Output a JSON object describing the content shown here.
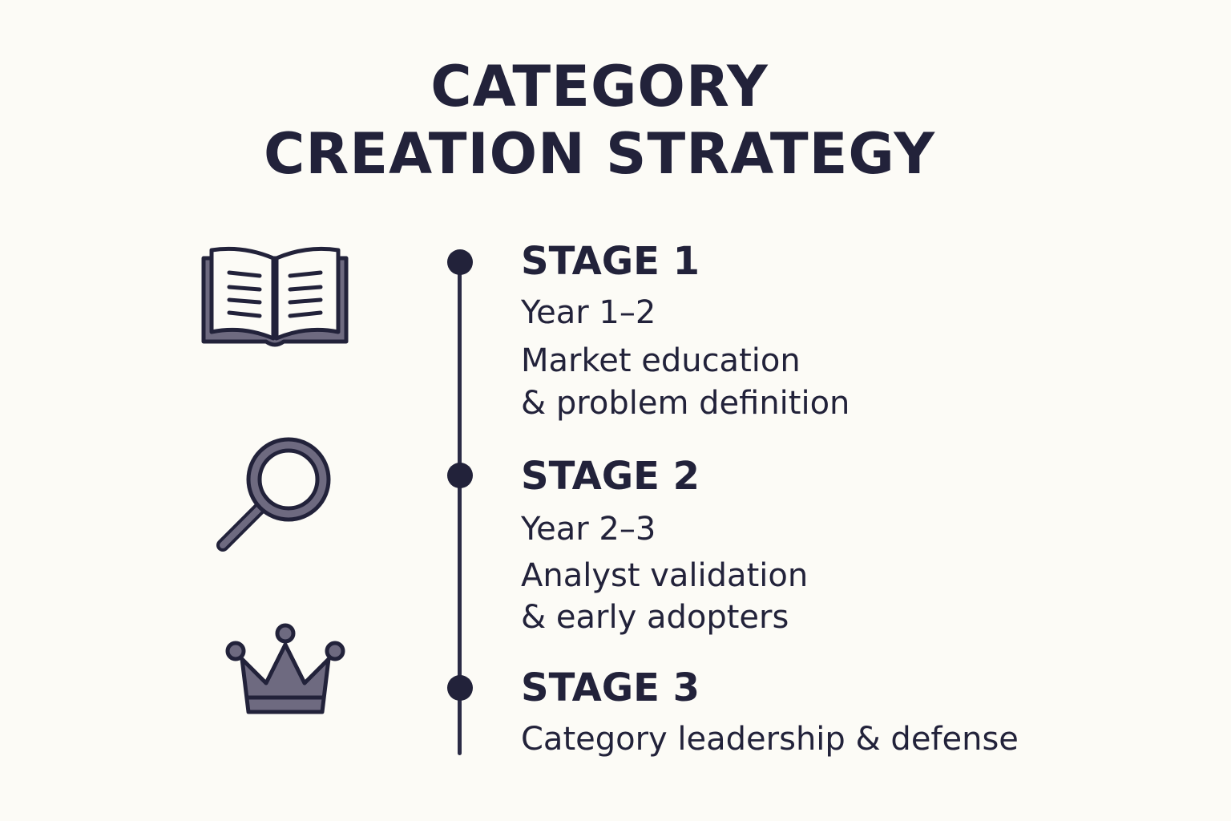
{
  "title": {
    "line1": "CATEGORY",
    "line2": "CREATION STRATEGY"
  },
  "stages": [
    {
      "heading": "STAGE 1",
      "years": "Year 1–2",
      "line1": "Market education",
      "line2": "& problem definition",
      "icon": "open-book-icon"
    },
    {
      "heading": "STAGE 2",
      "years": "Year 2–3",
      "line1": "Analyst validation",
      "line2": "& early adopters",
      "icon": "magnifying-glass-icon"
    },
    {
      "heading": "STAGE 3",
      "line1": "Category leadership & defense",
      "icon": "crown-icon"
    }
  ],
  "colors": {
    "background": "#fcfbf6",
    "ink": "#22223a",
    "icon_fill": "#6e6a80"
  }
}
